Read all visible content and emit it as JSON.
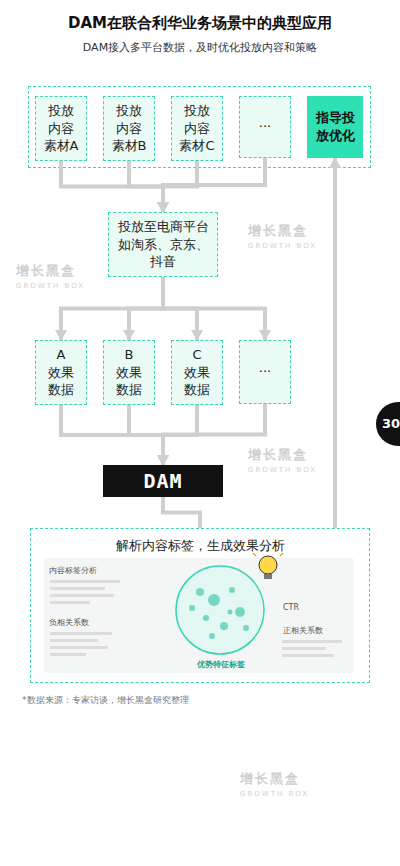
{
  "diagram": {
    "title": "DAM在联合利华业务场景中的典型应用",
    "caption": "*数据来源：专家访谈，增长黑盒研究整理",
    "nodes": [
      {
        "text": [
          "投放内容素材A"
        ]
      },
      {
        "text": [
          "投放内容素材B"
        ]
      },
      {
        "text": [
          "投放内容素材C"
        ]
      },
      {
        "text": [
          "···"
        ]
      },
      {
        "text": [
          "指导投放优化"
        ]
      },
      {
        "text": [
          "投放至电商平台 如淘系、京东、抖音"
        ]
      },
      {
        "text": [
          "A",
          "效果数据"
        ]
      },
      {
        "text": [
          "B",
          "效果数据"
        ]
      },
      {
        "text": [
          "C",
          "效果数据"
        ]
      },
      {
        "text": [
          "···"
        ]
      },
      {
        "text": [
          "DAM"
        ]
      },
      {
        "text": [
          "解析内容标签，生成效果分析"
        ]
      }
    ],
    "edges": [
      {
        "from": 0,
        "to": 5,
        "arrow": "to"
      },
      {
        "from": 1,
        "to": 5,
        "arrow": "to"
      },
      {
        "from": 2,
        "to": 5,
        "arrow": "to"
      },
      {
        "from": 3,
        "to": 5,
        "arrow": "to"
      },
      {
        "from": 5,
        "to": 6,
        "arrow": "to"
      },
      {
        "from": 5,
        "to": 7,
        "arrow": "to"
      },
      {
        "from": 5,
        "to": 8,
        "arrow": "to"
      },
      {
        "from": 5,
        "to": 9,
        "arrow": "to"
      },
      {
        "from": 6,
        "to": 10,
        "arrow": "to"
      },
      {
        "from": 7,
        "to": 10,
        "arrow": "to"
      },
      {
        "from": 8,
        "to": 10,
        "arrow": "to"
      },
      {
        "from": 9,
        "to": 10,
        "arrow": "to"
      },
      {
        "from": 10,
        "to": 11,
        "arrow": "none"
      },
      {
        "from": 11,
        "to": 4,
        "arrow": "to"
      }
    ],
    "labels": [
      "DAM接入多平台数据，及时优化投放内容和策略",
      "30",
      "内容标签分析",
      "负相关系数",
      "CTR",
      "正相关系数",
      "优势特征标签",
      "增长黑盒",
      "GROWTH BOX",
      "增长黑盒",
      "GROWTH BOX",
      "增长黑盒",
      "GROWTH BOX",
      "增长黑盒",
      "GROWTH BOX"
    ]
  }
}
